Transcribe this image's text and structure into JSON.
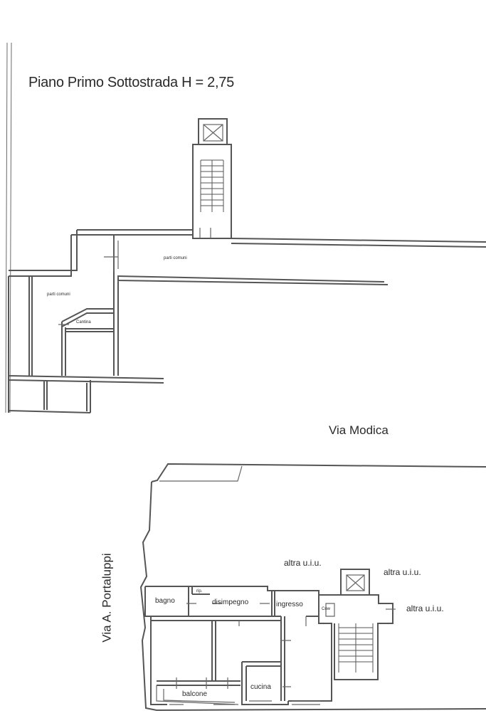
{
  "title": "Piano Primo Sottostrada H = 2,75",
  "streets": {
    "modica": "Via Modica",
    "portaluppi": "Via A. Portaluppi"
  },
  "basement": {
    "corridor_label": "parti comuni",
    "hall_label": "parti comuni",
    "cantina_label": "Cantina"
  },
  "apartment": {
    "rooms": {
      "bagno": "bagno",
      "rip": "rip.",
      "disimpegno": "disimpegno",
      "ingresso": "ingresso",
      "cucina": "cucina",
      "balcone": "balcone",
      "cow": "Cow"
    },
    "neighbors": {
      "top": "altra u.i.u.",
      "top_right": "altra u.i.u.",
      "right": "altra u.i.u."
    }
  }
}
